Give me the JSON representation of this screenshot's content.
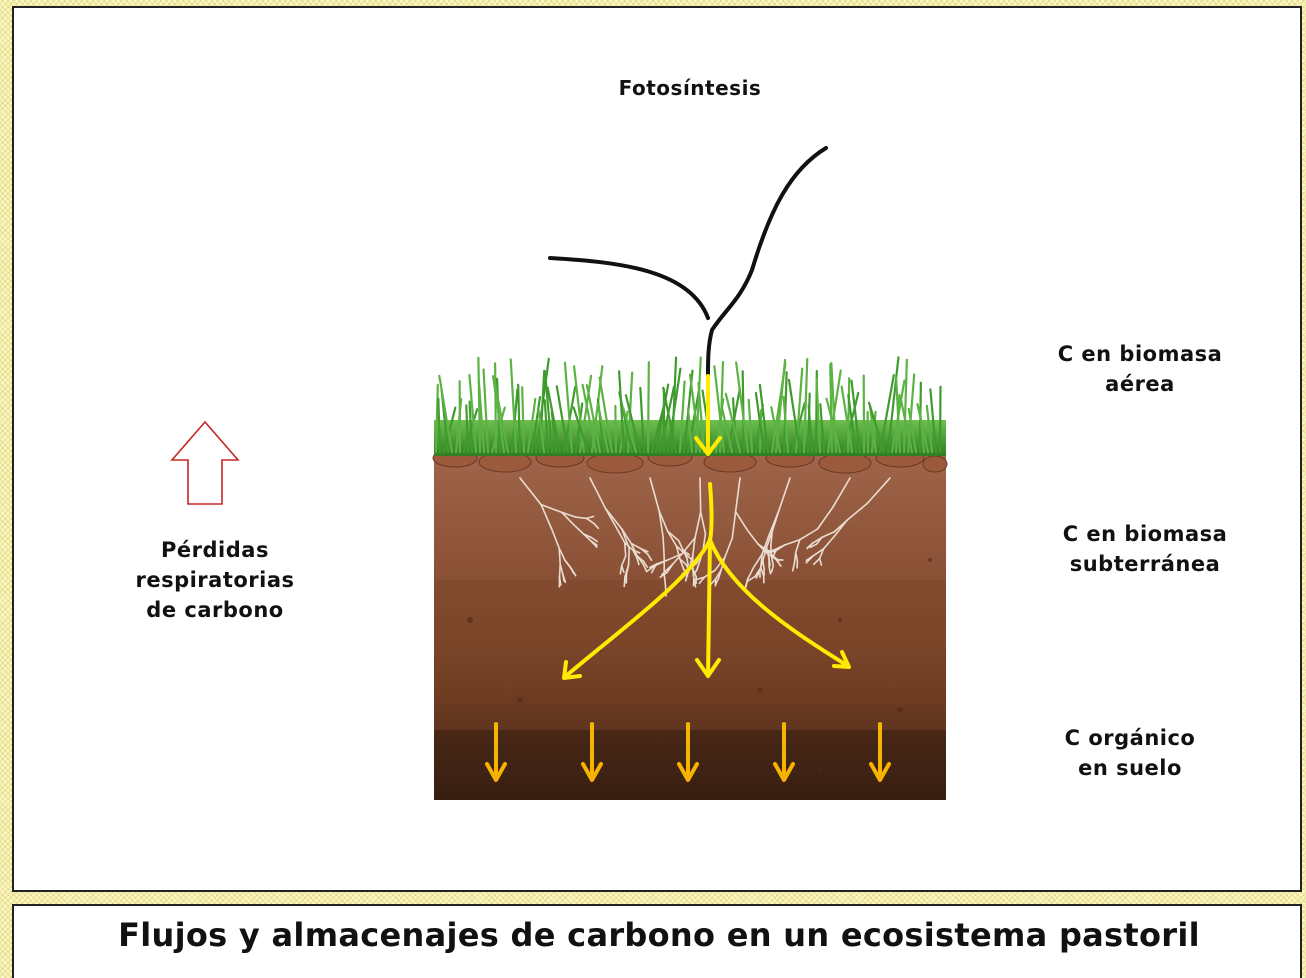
{
  "diagram": {
    "photosynthesis": "Fotosíntesis",
    "aerial_biomass": [
      "C en biomasa",
      "aérea"
    ],
    "belowground_biomass": [
      "C en biomasa",
      "subterránea"
    ],
    "soil_organic": [
      "C orgánico",
      "en suelo"
    ],
    "respiratory_losses": [
      "Pérdidas",
      "respiratorias",
      "de carbono"
    ]
  },
  "title": "Flujos y almacenajes de carbono en un ecosistema pastoril",
  "colors": {
    "flow_arrow": "#ffea00",
    "soil_arrow": "#f5b400",
    "loss_arrow_outline": "#c62828",
    "grass": "#3f9b2e",
    "soil": "#7a4526"
  }
}
